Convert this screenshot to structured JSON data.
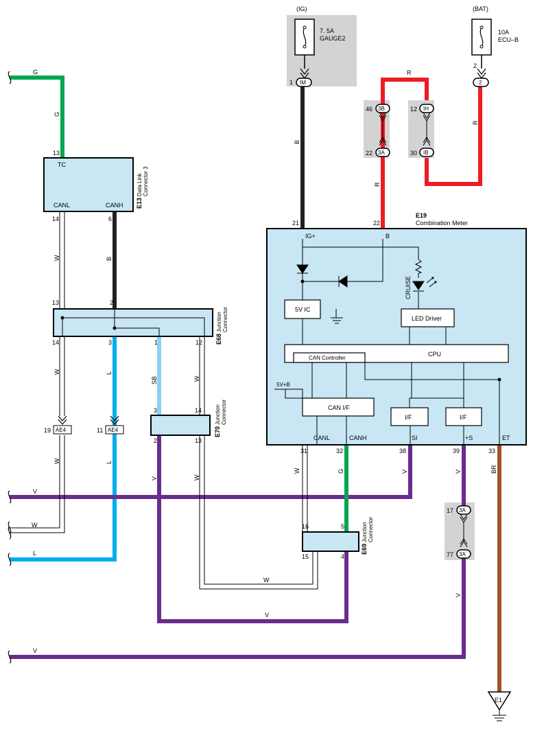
{
  "power": {
    "ig_label": "(IG)",
    "bat_label": "(BAT)",
    "fuse_ig_rating": "7. 5A",
    "fuse_ig_name": "GAUGE2",
    "fuse_bat_rating": "10A",
    "fuse_bat_name": "ECU–B",
    "ig_pin": "1",
    "ig_conn": "IM",
    "bat_pin": "2",
    "bat_conn": "2"
  },
  "junctions_top": {
    "j3b_pin": "46",
    "j3b": "3B",
    "j3a_pin": "22",
    "j3a": "3A",
    "j1h_pin": "12",
    "j1h": "IH",
    "j1b_pin": "30",
    "j1b": "IB"
  },
  "wire_colors": {
    "G": "G",
    "B": "B",
    "R": "R",
    "W": "W",
    "L": "L",
    "SB": "SB",
    "V": "V",
    "BR": "BR"
  },
  "e13": {
    "code": "E13",
    "name_line1": "Data Link",
    "name_line2": "Connector 3",
    "tc": "TC",
    "canl": "CANL",
    "canh": "CANH",
    "pin_tc": "13",
    "pin_canl": "14",
    "pin_canh": "6"
  },
  "e68": {
    "code": "E68",
    "name_line1": "Junction",
    "name_line2": "Connector",
    "pin_top_w": "13",
    "pin_top_b": "2",
    "pin_bot_w": "14",
    "pin_bot_l": "3",
    "pin_bot_sb": "1",
    "pin_bot_w2": "12"
  },
  "ae4": {
    "left_pin": "19",
    "left": "AE4",
    "right_pin": "11",
    "right": "AE4"
  },
  "e70": {
    "code": "E70",
    "name_line1": "Junction",
    "name_line2": "Connector",
    "pin_tl": "3",
    "pin_tr": "14",
    "pin_bl": "2",
    "pin_br": "13"
  },
  "e19": {
    "code": "E19",
    "name": "Combination Meter",
    "pin_ig": "21",
    "pin_b": "22",
    "ig_label": "IG+",
    "b_label": "B",
    "cruise": "CRUISE",
    "ic_5v": "5V IC",
    "led_driver": "LED Driver",
    "can_controller": "CAN Controller",
    "cpu": "CPU",
    "supply": "5V+B",
    "can_if": "CAN I/F",
    "if1": "I/F",
    "if2": "I/F",
    "out_canl": "CANL",
    "out_canh": "CANH",
    "out_si": "SI",
    "out_s": "+S",
    "out_et": "ET",
    "pin_canl": "31",
    "pin_canh": "32",
    "pin_si": "38",
    "pin_s": "39",
    "pin_et": "33"
  },
  "e69": {
    "code": "E69",
    "name_line1": "Junction",
    "name_line2": "Connector",
    "pin_tl": "16",
    "pin_tr": "5",
    "pin_bl": "15",
    "pin_br": "4"
  },
  "j3a_lower": {
    "top_pin": "17",
    "top": "3A",
    "bot_pin": "77",
    "bot": "3A"
  },
  "ground": {
    "label": "E1"
  },
  "colors": {
    "green": "#00a651",
    "black": "#231f20",
    "red": "#ed1c24",
    "blue": "#00aeef",
    "lightblue": "#87d2f0",
    "violet": "#6a2c8e",
    "brown": "#a0522d",
    "box_fill": "#c8e6f4",
    "gray_fill": "#d3d3d3"
  }
}
